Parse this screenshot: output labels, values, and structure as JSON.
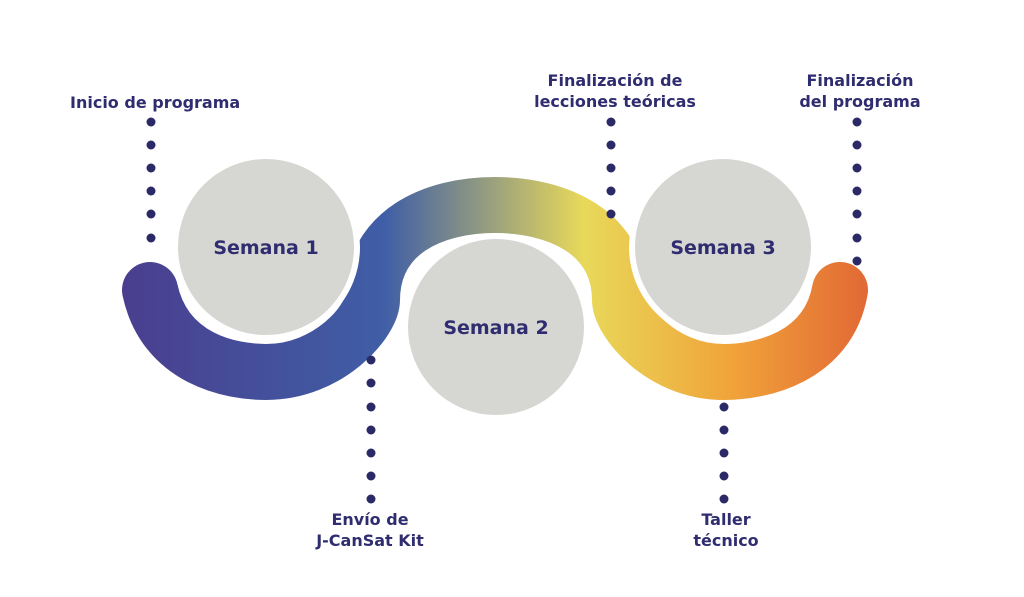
{
  "weeks": [
    {
      "id": "week-1",
      "label": "Semana 1"
    },
    {
      "id": "week-2",
      "label": "Semana 2"
    },
    {
      "id": "week-3",
      "label": "Semana 3"
    }
  ],
  "milestones": {
    "inicio": {
      "lines": [
        "Inicio de programa"
      ]
    },
    "envio": {
      "lines": [
        "Envío de",
        "J-CanSat Kit"
      ]
    },
    "fin_lecciones": {
      "lines": [
        "Finalización de",
        "lecciones teóricas"
      ]
    },
    "taller": {
      "lines": [
        "Taller",
        "técnico"
      ]
    },
    "fin_programa": {
      "lines": [
        "Finalización",
        "del programa"
      ]
    }
  },
  "colors": {
    "text": "#2f2d6f",
    "dots": "#2b2a66",
    "circle_fill": "#d6d6d3",
    "gradient": [
      "#4a3f8f",
      "#3f5ea6",
      "#e8d95a",
      "#f0a33a",
      "#e26a35"
    ]
  }
}
